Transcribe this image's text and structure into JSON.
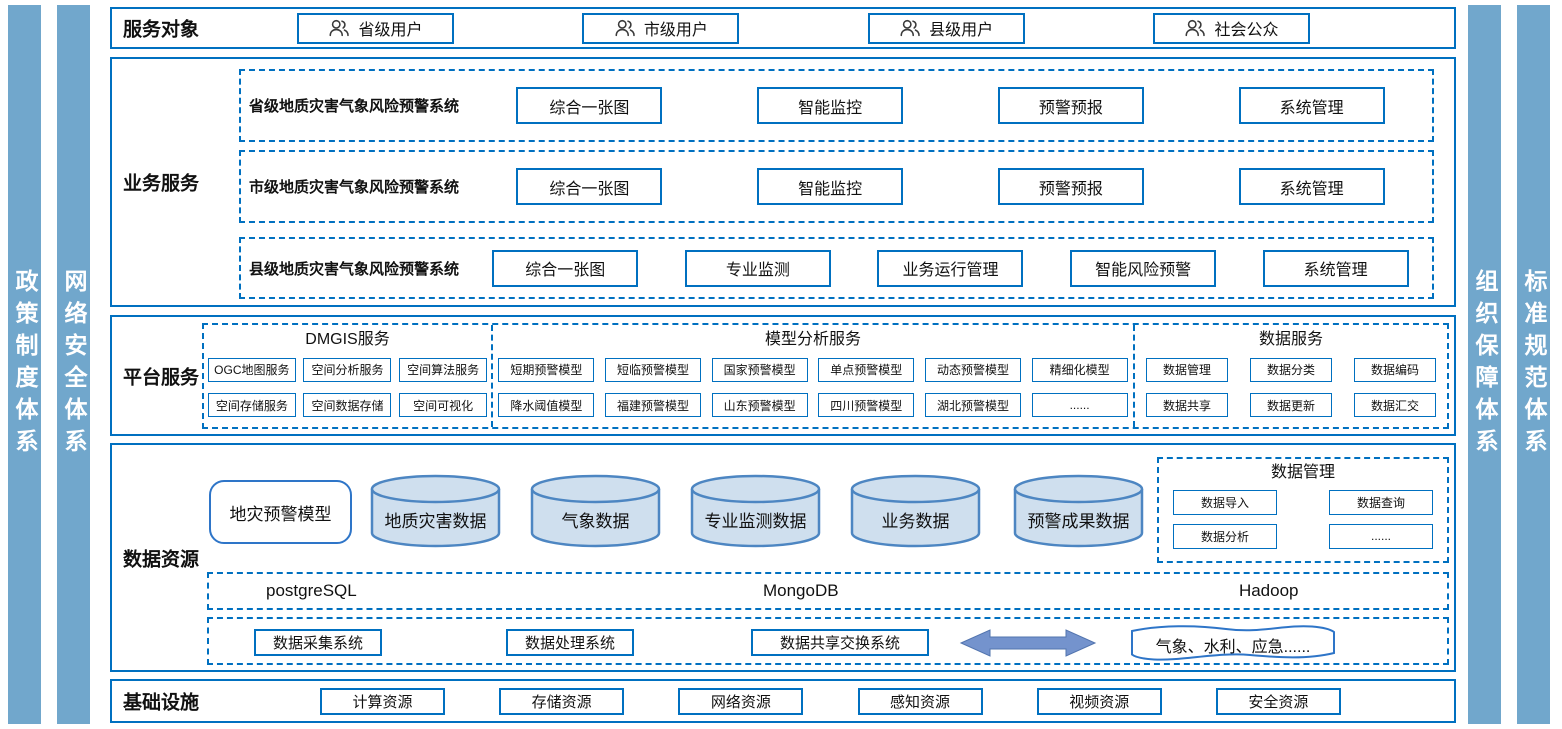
{
  "colors": {
    "accent": "#0070c0",
    "pillar": "#71a7cc",
    "cylinder_fill": "#cfdfee",
    "cylinder_stroke": "#4d86c2",
    "arrow_fill": "#7493cd"
  },
  "pillars": {
    "left": [
      {
        "label": "政策制度体系"
      },
      {
        "label": "网络安全体系"
      }
    ],
    "right": [
      {
        "label": "组织保障体系"
      },
      {
        "label": "标准规范体系"
      }
    ]
  },
  "service_targets": {
    "title": "服务对象",
    "items": [
      {
        "label": "省级用户"
      },
      {
        "label": "市级用户"
      },
      {
        "label": "县级用户"
      },
      {
        "label": "社会公众"
      }
    ]
  },
  "business": {
    "title": "业务服务",
    "systems": [
      {
        "name": "省级地质灾害气象风险预警系统",
        "modules": [
          "综合一张图",
          "智能监控",
          "预警预报",
          "系统管理"
        ]
      },
      {
        "name": "市级地质灾害气象风险预警系统",
        "modules": [
          "综合一张图",
          "智能监控",
          "预警预报",
          "系统管理"
        ]
      },
      {
        "name": "县级地质灾害气象风险预警系统",
        "modules": [
          "综合一张图",
          "专业监测",
          "业务运行管理",
          "智能风险预警",
          "系统管理"
        ]
      }
    ]
  },
  "platform": {
    "title": "平台服务",
    "sections": [
      {
        "name": "DMGIS服务",
        "rows": [
          [
            "OGC地图服务",
            "空间分析服务",
            "空间算法服务"
          ],
          [
            "空间存储服务",
            "空间数据存储",
            "空间可视化"
          ]
        ]
      },
      {
        "name": "模型分析服务",
        "rows": [
          [
            "短期预警模型",
            "短临预警模型",
            "国家预警模型",
            "单点预警模型",
            "动态预警模型",
            "精细化模型"
          ],
          [
            "降水阈值模型",
            "福建预警模型",
            "山东预警模型",
            "四川预警模型",
            "湖北预警模型",
            "......"
          ]
        ]
      },
      {
        "name": "数据服务",
        "rows": [
          [
            "数据管理",
            "数据分类",
            "数据编码"
          ],
          [
            "数据共享",
            "数据更新",
            "数据汇交"
          ]
        ]
      }
    ]
  },
  "data_resources": {
    "title": "数据资源",
    "model_box": "地灾预警模型",
    "cylinders": [
      "地质灾害数据",
      "气象数据",
      "专业监测数据",
      "业务数据",
      "预警成果数据"
    ],
    "data_mgmt": {
      "title": "数据管理",
      "items": [
        "数据导入",
        "数据查询",
        "数据分析",
        "......"
      ]
    },
    "databases": [
      "postgreSQL",
      "MongoDB",
      "Hadoop"
    ],
    "systems": [
      "数据采集系统",
      "数据处理系统",
      "数据共享交换系统"
    ],
    "external": "气象、水利、应急......"
  },
  "infrastructure": {
    "title": "基础设施",
    "items": [
      "计算资源",
      "存储资源",
      "网络资源",
      "感知资源",
      "视频资源",
      "安全资源"
    ]
  }
}
